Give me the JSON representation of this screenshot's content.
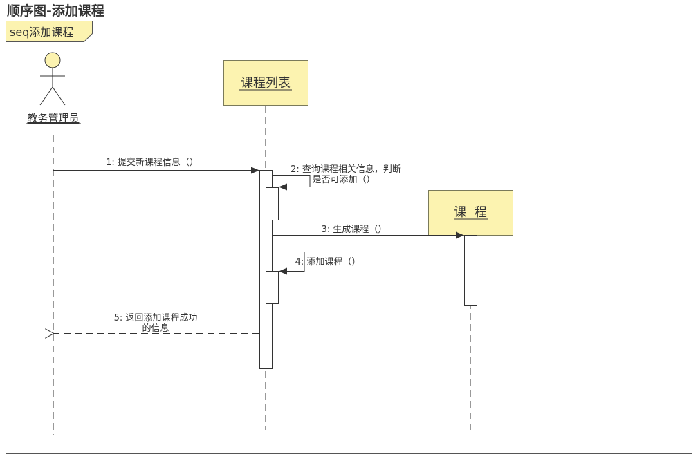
{
  "page_title": "顺序图-添加课程",
  "frame": {
    "label": "seq添加课程"
  },
  "actor": {
    "name": "教务管理员"
  },
  "lifelines": {
    "course_list": "课程列表",
    "course": "课  程"
  },
  "messages": {
    "m1": "1: 提交新课程信息（）",
    "m2_line1": "2: 查询课程相关信息，判断",
    "m2_line2": "是否可添加（）",
    "m3": "3: 生成课程（）",
    "m4": "4: 添加课程（）",
    "m5_line1": "5: 返回添加课程成功",
    "m5_line2": "的信息"
  },
  "colors": {
    "object_fill": "#fcf3b0",
    "object_border": "#7a7a5a",
    "frame_tab_fill": "#fcf3b0",
    "line": "#333333",
    "text": "#333333"
  }
}
